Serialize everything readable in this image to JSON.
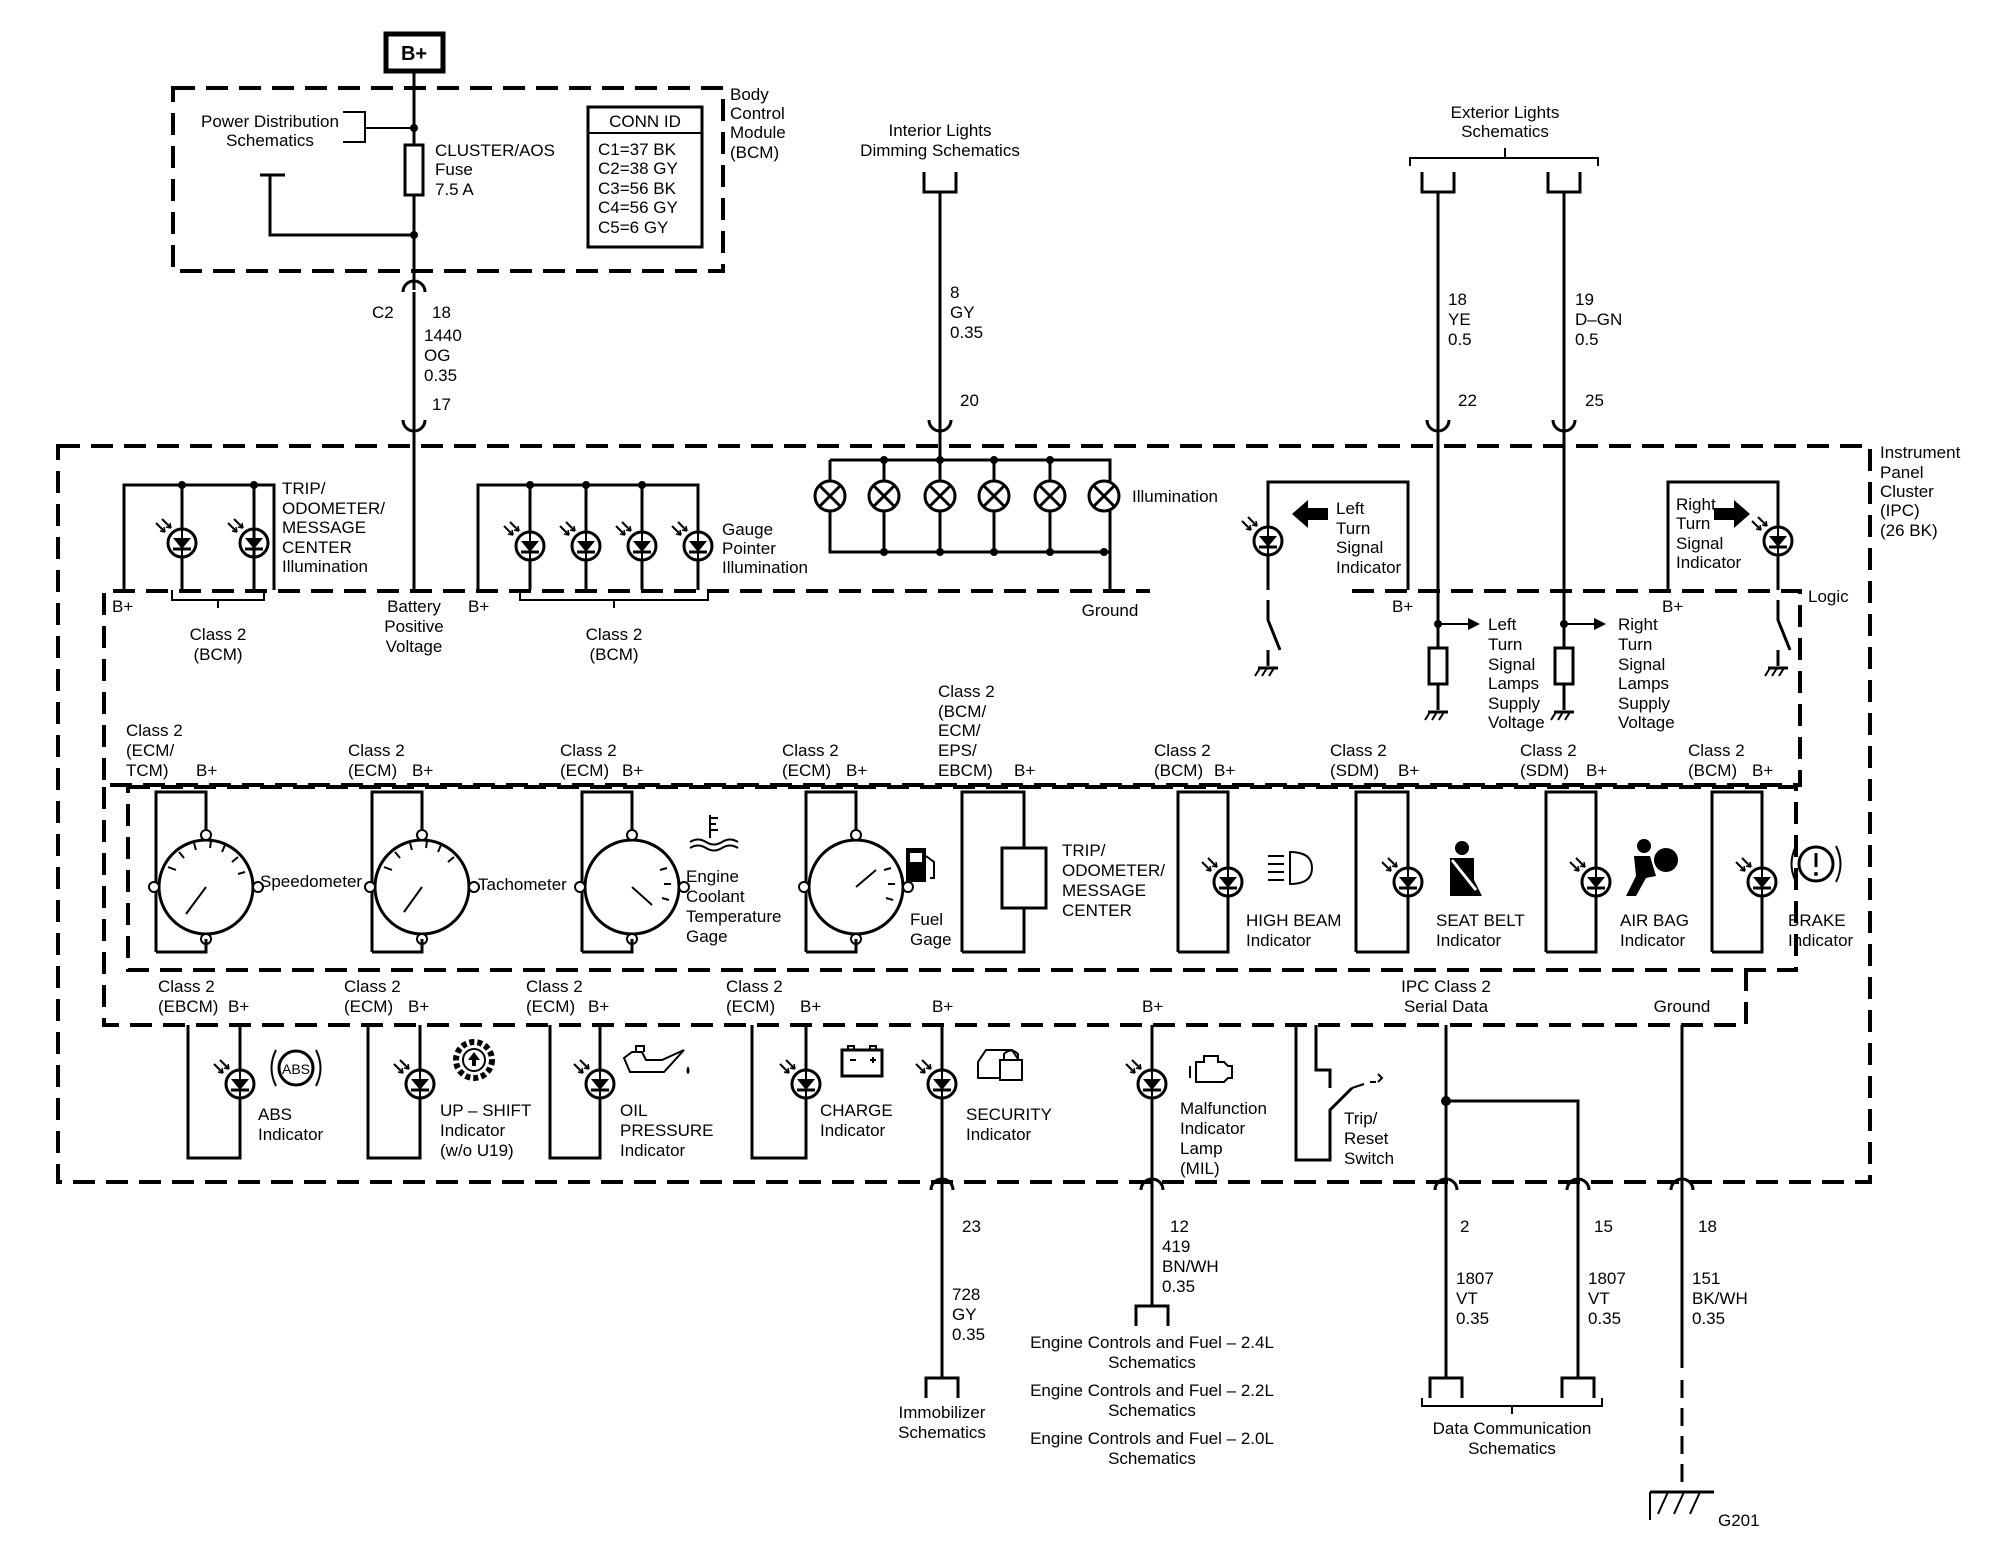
{
  "title": "",
  "power": {
    "bplus_box": "B+",
    "pds_line1": "Power Distribution",
    "pds_line2": "Schematics",
    "fuse_name": "CLUSTER/AOS",
    "fuse_label": "Fuse",
    "fuse_rating": "7.5 A",
    "bcm_l1": "Body",
    "bcm_l2": "Control",
    "bcm_l3": "Module",
    "bcm_l4": "(BCM)"
  },
  "conn_id": {
    "title": "CONN ID",
    "rows": [
      "C1=37 BK",
      "C2=38 GY",
      "C3=56 BK",
      "C4=56 GY",
      "C5=6 GY"
    ]
  },
  "wires": {
    "bcm": {
      "conn": "C2",
      "pin": "18",
      "circuit": "1440",
      "color": "OG",
      "gauge": "0.35",
      "ipc_pin": "17"
    },
    "dimming": {
      "title1": "Interior Lights",
      "title2": "Dimming Schematics",
      "pin": "8",
      "color": "GY",
      "gauge": "0.35",
      "ipc_pin": "20"
    },
    "ext_title1": "Exterior Lights",
    "ext_title2": "Schematics",
    "left_turn": {
      "pin": "18",
      "color": "YE",
      "gauge": "0.5",
      "ipc_pin": "22"
    },
    "right_turn": {
      "pin": "19",
      "color": "D–GN",
      "gauge": "0.5",
      "ipc_pin": "25"
    }
  },
  "ipc": {
    "l1": "Instrument",
    "l2": "Panel",
    "l3": "Cluster",
    "l4": "(IPC)",
    "l5": "(26 BK)",
    "logic": "Logic"
  },
  "labels": {
    "bplus": "B+",
    "class2": "Class 2",
    "bcm": "(BCM)",
    "ground": "Ground",
    "trip_l1": "TRIP/",
    "trip_l2": "ODOMETER/",
    "trip_l3": "MESSAGE",
    "trip_l4": "CENTER",
    "trip_l5": "Illumination",
    "batt_l1": "Battery",
    "batt_l2": "Positive",
    "batt_l3": "Voltage",
    "gauge_l1": "Gauge",
    "gauge_l2": "Pointer",
    "gauge_l3": "Illumination",
    "illumination": "Illumination",
    "lt_l1": "Left",
    "lt_l2": "Turn",
    "lt_l3": "Signal",
    "lt_l4": "Indicator",
    "rt_l1": "Right",
    "rt_l2": "Turn",
    "rt_l3": "Signal",
    "rt_l4": "Indicator",
    "ltl_l1": "Left",
    "ltl_l2": "Turn",
    "ltl_l3": "Signal",
    "ltl_l4": "Lamps",
    "ltl_l5": "Supply",
    "ltl_l6": "Voltage",
    "rtl_l1": "Right",
    "rtl_l2": "Turn",
    "rtl_l3": "Signal",
    "rtl_l4": "Lamps",
    "rtl_l5": "Supply",
    "rtl_l6": "Voltage"
  },
  "gauges": {
    "speedo": {
      "cls": "Class 2",
      "src1": "(ECM/",
      "src2": "TCM)",
      "name": "Speedometer"
    },
    "tach": {
      "cls": "Class 2",
      "src": "(ECM)",
      "name": "Tachometer"
    },
    "coolant": {
      "cls": "Class 2",
      "src": "(ECM)",
      "n1": "Engine",
      "n2": "Coolant",
      "n3": "Temperature",
      "n4": "Gage"
    },
    "fuel": {
      "cls": "Class 2",
      "src": "(ECM)",
      "n1": "Fuel",
      "n2": "Gage"
    },
    "trip": {
      "cls": "Class 2",
      "s1": "(BCM/",
      "s2": "ECM/",
      "s3": "EPS/",
      "s4": "EBCM)",
      "n1": "TRIP/",
      "n2": "ODOMETER/",
      "n3": "MESSAGE",
      "n4": "CENTER"
    },
    "highbeam": {
      "cls": "Class 2",
      "src": "(BCM)",
      "n1": "HIGH BEAM",
      "n2": "Indicator"
    },
    "seatbelt": {
      "cls": "Class 2",
      "src": "(SDM)",
      "n1": "SEAT BELT",
      "n2": "Indicator"
    },
    "airbag": {
      "cls": "Class 2",
      "src": "(SDM)",
      "n1": "AIR BAG",
      "n2": "Indicator"
    },
    "brake": {
      "cls": "Class 2",
      "src": "(BCM)",
      "n1": "BRAKE",
      "n2": "Indicator"
    }
  },
  "lower": {
    "abs": {
      "cls": "Class 2",
      "src": "(EBCM)",
      "n1": "ABS",
      "n2": "Indicator",
      "icon": "ABS"
    },
    "upshift": {
      "cls": "Class 2",
      "src": "(ECM)",
      "n1": "UP – SHIFT",
      "n2": "Indicator",
      "n3": "(w/o U19)"
    },
    "oil": {
      "cls": "Class 2",
      "src": "(ECM)",
      "n1": "OIL",
      "n2": "PRESSURE",
      "n3": "Indicator"
    },
    "charge": {
      "cls": "Class 2",
      "src": "(ECM)",
      "n1": "CHARGE",
      "n2": "Indicator"
    },
    "security": {
      "n1": "SECURITY",
      "n2": "Indicator"
    },
    "mil": {
      "n1": "Malfunction",
      "n2": "Indicator",
      "n3": "Lamp",
      "n4": "(MIL)"
    },
    "trip_switch": {
      "n1": "Trip/",
      "n2": "Reset",
      "n3": "Switch"
    },
    "serial_l1": "IPC Class 2",
    "serial_l2": "Serial Data"
  },
  "bottom": {
    "imm": {
      "pin": "23",
      "circuit": "728",
      "color": "GY",
      "gauge": "0.35",
      "t1": "Immobilizer",
      "t2": "Schematics"
    },
    "eng": {
      "pin": "12",
      "circuit": "419",
      "color": "BN/WH",
      "gauge": "0.35",
      "t1": "Engine Controls and Fuel – 2.4L",
      "t2": "Schematics",
      "t3": "Engine Controls and Fuel – 2.2L",
      "t4": "Schematics",
      "t5": "Engine Controls and Fuel – 2.0L",
      "t6": "Schematics"
    },
    "data1": {
      "pin": "2",
      "circuit": "1807",
      "color": "VT",
      "gauge": "0.35"
    },
    "data2": {
      "pin": "15",
      "circuit": "1807",
      "color": "VT",
      "gauge": "0.35"
    },
    "data_t1": "Data Communication",
    "data_t2": "Schematics",
    "gnd": {
      "pin": "18",
      "circuit": "151",
      "color": "BK/WH",
      "gauge": "0.35",
      "ref": "G201"
    }
  }
}
